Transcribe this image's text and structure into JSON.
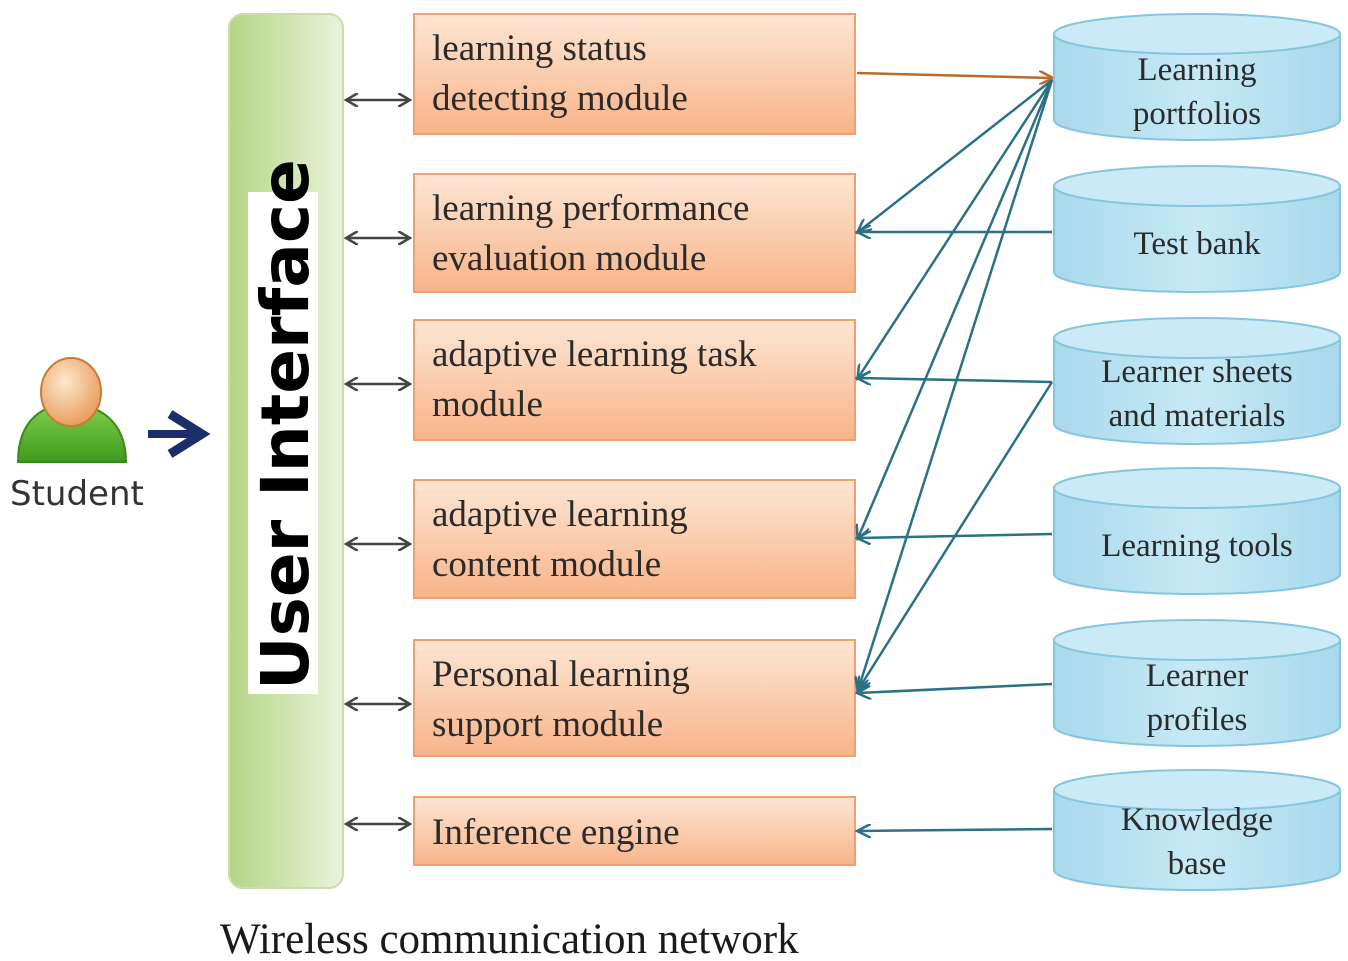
{
  "student": {
    "label": "Student"
  },
  "user_interface": {
    "label": "User Interface"
  },
  "modules": [
    {
      "line1": "learning status",
      "line2": "detecting module"
    },
    {
      "line1": "learning performance",
      "line2": "evaluation module"
    },
    {
      "line1": "adaptive learning task",
      "line2": "module"
    },
    {
      "line1": "adaptive learning",
      "line2": "content module"
    },
    {
      "line1": "Personal learning",
      "line2": "support module"
    },
    {
      "line1": "Inference engine",
      "line2": ""
    }
  ],
  "databases": [
    {
      "line1": "Learning",
      "line2": "portfolios"
    },
    {
      "line1": "Test bank",
      "line2": ""
    },
    {
      "line1": "Learner sheets",
      "line2": "and materials"
    },
    {
      "line1": "Learning tools",
      "line2": ""
    },
    {
      "line1": "Learner",
      "line2": "profiles"
    },
    {
      "line1": "Knowledge",
      "line2": "base"
    }
  ],
  "caption": "Wireless communication network",
  "colors": {
    "module_fill_top": "#fde3cf",
    "module_fill_bottom": "#f9b58c",
    "module_stroke": "#f2a577",
    "db_fill": "#b5e0ef",
    "db_stroke": "#7cc0d8",
    "ui_fill_left": "#b9d98c",
    "ui_fill_right": "#e6f1d3",
    "link_color": "#2a7186",
    "brown_link": "#b86a2a",
    "student_arrow": "#1b2d6b"
  }
}
